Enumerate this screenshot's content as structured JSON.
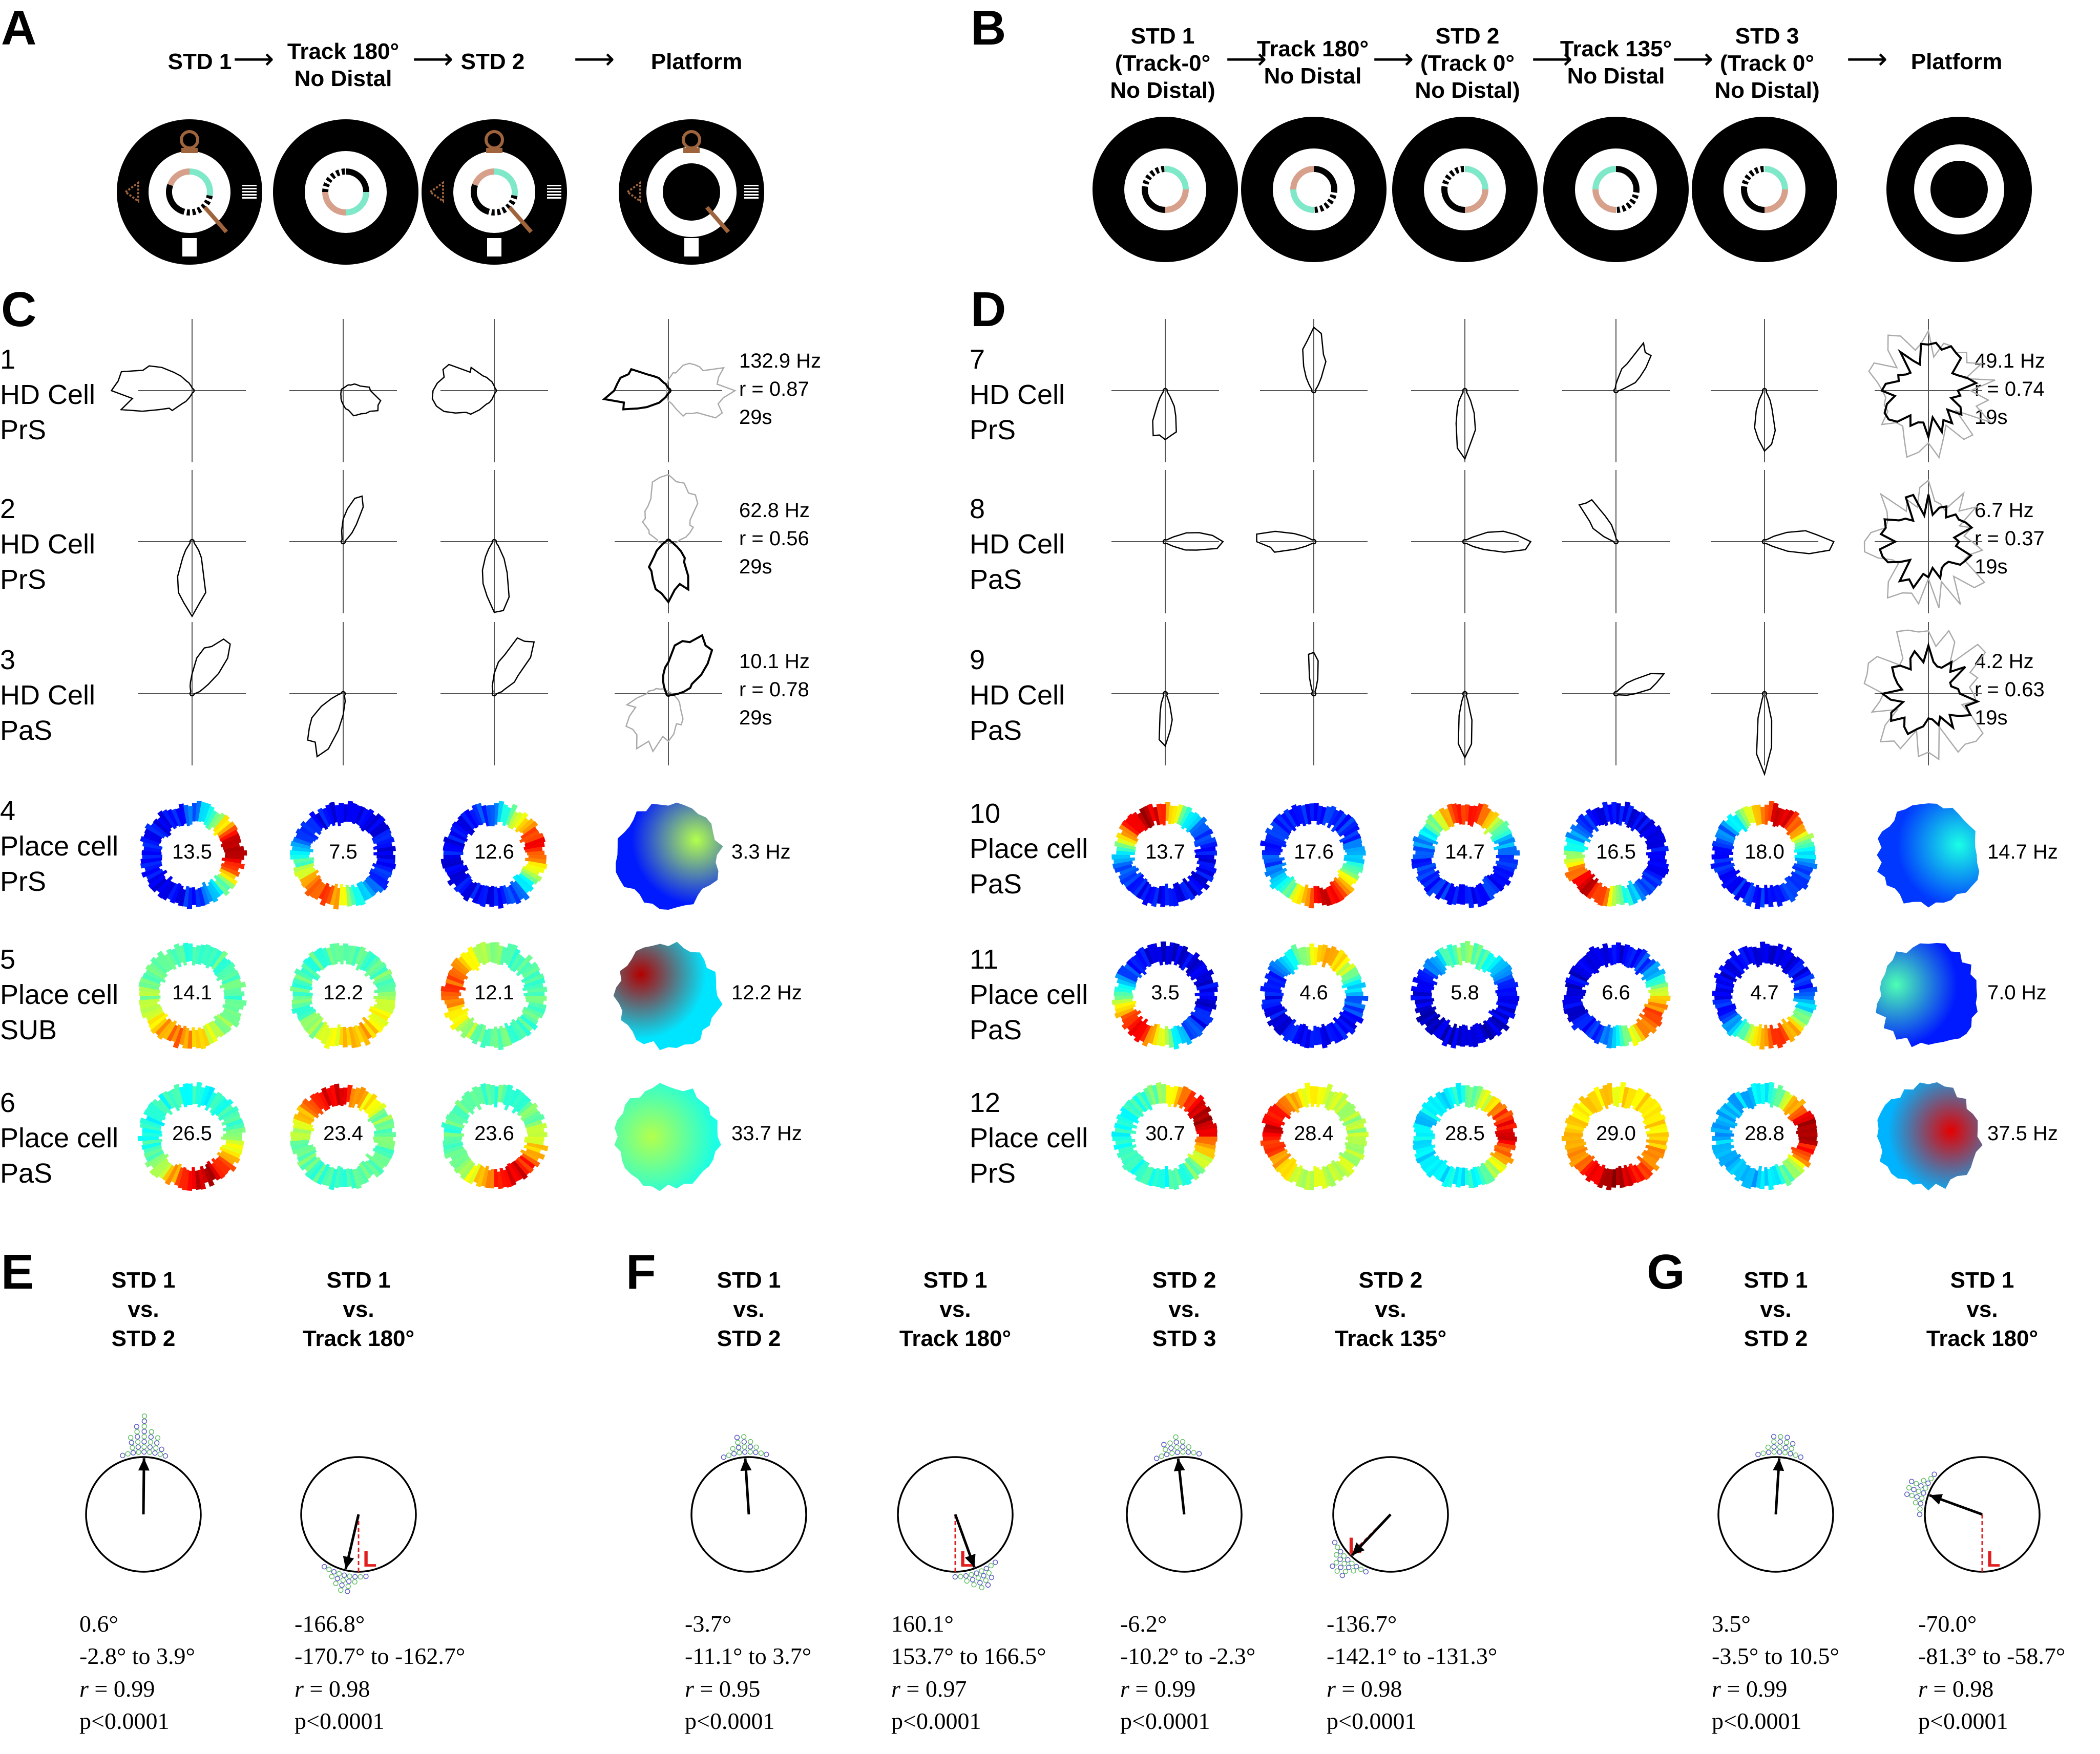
{
  "panels": {
    "A": {
      "letter": "A",
      "sessions": [
        "STD 1",
        "Track 180°\nNo Distal",
        "STD 2",
        "Platform"
      ]
    },
    "B": {
      "letter": "B",
      "sessions": [
        "STD 1\n(Track-0°\nNo Distal)",
        "Track 180°\nNo Distal",
        "STD 2\n(Track 0°\nNo Distal)",
        "Track 135°\nNo Distal",
        "STD 3\n(Track 0°\nNo Distal)",
        "Platform"
      ]
    },
    "C": {
      "letter": "C",
      "hd_cells": [
        {
          "label": "1\nHD Cell\nPrS",
          "peak": "132.9 Hz",
          "r": "r = 0.87",
          "dur": "29s"
        },
        {
          "label": "2\nHD Cell\nPrS",
          "peak": "62.8 Hz",
          "r": "r = 0.56",
          "dur": "29s"
        },
        {
          "label": "3\nHD Cell\nPaS",
          "peak": "10.1 Hz",
          "r": "r = 0.78",
          "dur": "29s"
        }
      ],
      "place_cells": [
        {
          "label": "4\nPlace cell\nPrS",
          "peaks": [
            "13.5",
            "7.5",
            "12.6"
          ],
          "platform": "3.3 Hz"
        },
        {
          "label": "5\nPlace cell\nSUB",
          "peaks": [
            "14.1",
            "12.2",
            "12.1"
          ],
          "platform": "12.2 Hz"
        },
        {
          "label": "6\nPlace cell\nPaS",
          "peaks": [
            "26.5",
            "23.4",
            "23.6"
          ],
          "platform": "33.7 Hz"
        }
      ]
    },
    "D": {
      "letter": "D",
      "hd_cells": [
        {
          "label": "7\nHD Cell\nPrS",
          "peak": "49.1 Hz",
          "r": "r = 0.74",
          "dur": "19s"
        },
        {
          "label": "8\nHD Cell\nPaS",
          "peak": "6.7 Hz",
          "r": "r = 0.37",
          "dur": "19s"
        },
        {
          "label": "9\nHD Cell\nPaS",
          "peak": "4.2 Hz",
          "r": "r = 0.63",
          "dur": "19s"
        }
      ],
      "place_cells": [
        {
          "label": "10\nPlace cell\nPaS",
          "peaks": [
            "13.7",
            "17.6",
            "14.7",
            "16.5",
            "18.0"
          ],
          "platform": "14.7 Hz"
        },
        {
          "label": "11\nPlace cell\nPaS",
          "peaks": [
            "3.5",
            "4.6",
            "5.8",
            "6.6",
            "4.7"
          ],
          "platform": "7.0 Hz"
        },
        {
          "label": "12\nPlace cell\nPrS",
          "peaks": [
            "30.7",
            "28.4",
            "28.5",
            "29.0",
            "28.8"
          ],
          "platform": "37.5 Hz"
        }
      ]
    },
    "E": {
      "letter": "E"
    },
    "F": {
      "letter": "F"
    },
    "G": {
      "letter": "G"
    }
  },
  "comparisons": [
    {
      "title": "STD 1\nvs.\nSTD 2",
      "mean": "0.6°",
      "ci": "-2.8° to 3.9°",
      "r_label": "r",
      "r_value": " = 0.99",
      "p": "p<0.0001",
      "angle_deg": 0.6,
      "ref_deg": null
    },
    {
      "title": "STD 1\nvs.\nTrack 180°",
      "mean": "-166.8°",
      "ci": "-170.7° to -162.7°",
      "r_label": "r",
      "r_value": " = 0.98",
      "p": "p<0.0001",
      "angle_deg": -166.8,
      "ref_deg": 180,
      "ref_label": "L"
    },
    {
      "title": "STD 1\nvs.\nSTD 2",
      "mean": "-3.7°",
      "ci": "-11.1° to 3.7°",
      "r_label": "r",
      "r_value": " = 0.95",
      "p": "p<0.0001",
      "angle_deg": -3.7,
      "ref_deg": null
    },
    {
      "title": "STD 1\nvs.\nTrack 180°",
      "mean": "160.1°",
      "ci": "153.7° to 166.5°",
      "r_label": "r",
      "r_value": " = 0.97",
      "p": "p<0.0001",
      "angle_deg": 160.1,
      "ref_deg": 180,
      "ref_label": "L"
    },
    {
      "title": "STD 2\nvs.\nSTD 3",
      "mean": "-6.2°",
      "ci": "-10.2° to -2.3°",
      "r_label": "r",
      "r_value": " = 0.99",
      "p": "p<0.0001",
      "angle_deg": -6.2,
      "ref_deg": null
    },
    {
      "title": "STD 2\nvs.\nTrack 135°",
      "mean": "-136.7°",
      "ci": "-142.1° to -131.3°",
      "r_label": "r",
      "r_value": " = 0.98",
      "p": "p<0.0001",
      "angle_deg": -136.7,
      "ref_deg": -135,
      "ref_label": "L"
    },
    {
      "title": "STD 1\nvs.\nSTD 2",
      "mean": "3.5°",
      "ci": "-3.5° to 10.5°",
      "r_label": "r",
      "r_value": " = 0.99",
      "p": "p<0.0001",
      "angle_deg": 3.5,
      "ref_deg": null
    },
    {
      "title": "STD 1\nvs.\nTrack 180°",
      "mean": "-70.0°",
      "ci": "-81.3° to -58.7°",
      "r_label": "r",
      "r_value": " = 0.98",
      "p": "p<0.0001",
      "angle_deg": -70.0,
      "ref_deg": 180,
      "ref_label": "L"
    }
  ],
  "colors": {
    "cue_brown": "#a0643c",
    "cue_salmon": "#d6a08a",
    "cue_teal": "#7ee8c8",
    "polar_gray": "#aaaaaa",
    "ref_red": "#e02020",
    "dot_blue": "#5a5ac8",
    "dot_green": "#60c060"
  }
}
